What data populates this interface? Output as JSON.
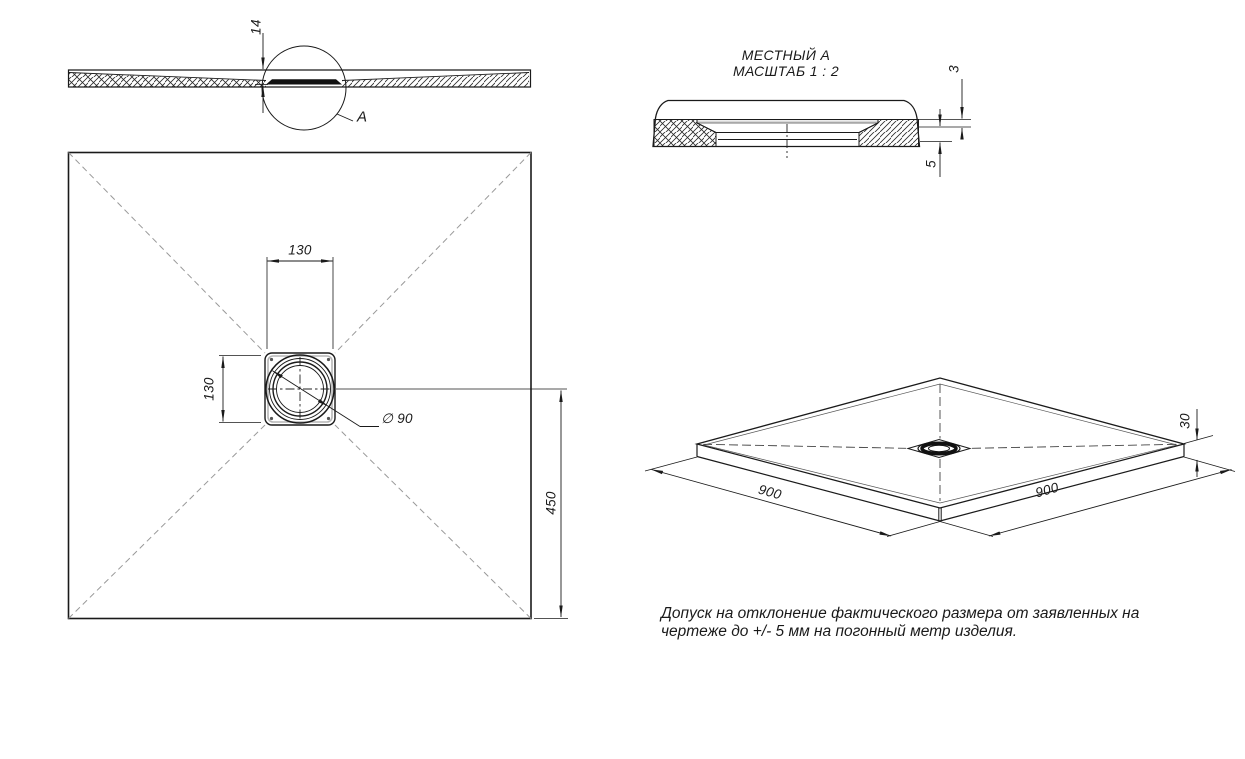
{
  "section_view": {
    "detail_circle_label": "A",
    "dim_total_height": "14"
  },
  "plan_view": {
    "dim_drain_width": "130",
    "dim_drain_height": "130",
    "dim_drain_diameter": "∅ 90",
    "dim_center_to_edge": "450"
  },
  "detail_view": {
    "title": "МЕСТНЫЙ А",
    "scale": "МАСШТАБ 1 : 2",
    "dim_cover_lip": "3",
    "dim_cover_depth": "5"
  },
  "iso_view": {
    "dim_width_left": "900",
    "dim_width_right": "900",
    "dim_thickness": "30"
  },
  "note": {
    "line1": "Допуск на отклонение фактического размера от заявленных на",
    "line2": "чертеже до +/- 5 мм на погонный метр изделия."
  }
}
